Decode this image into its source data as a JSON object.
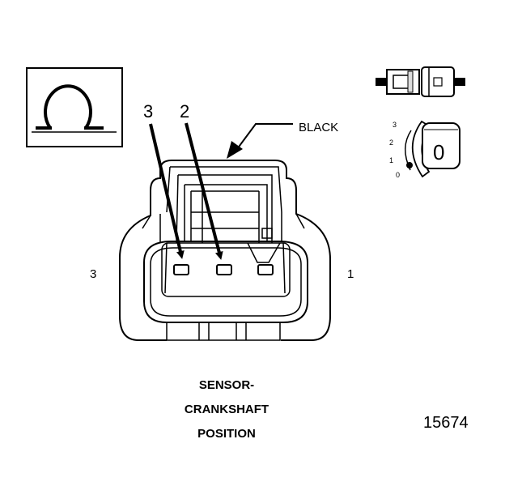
{
  "symbol": {
    "glyph": "Ω",
    "icon": "ohm-symbol-icon"
  },
  "callouts": {
    "pin3": "3",
    "pin2": "2"
  },
  "wire_color_label": "BLACK",
  "cavity_side_labels": {
    "left": "3",
    "right": "1"
  },
  "position_dial": {
    "ticks": [
      "3",
      "2",
      "1",
      "0"
    ],
    "big_numeral": "0"
  },
  "caption": {
    "line1": "SENSOR-",
    "line2": "CRANKSHAFT",
    "line3": "POSITION"
  },
  "figure_number": "15674"
}
